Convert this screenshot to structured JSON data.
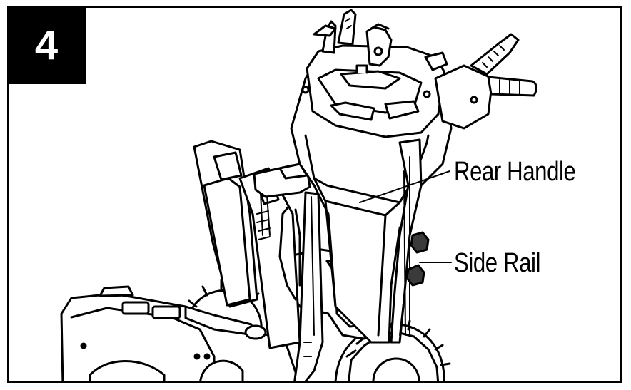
{
  "step": {
    "number": "4"
  },
  "callouts": {
    "rear_handle": "Rear Handle",
    "side_rail": "Side Rail"
  },
  "colors": {
    "ink": "#000000",
    "paper": "#ffffff",
    "shade": "#3a3a3a"
  }
}
